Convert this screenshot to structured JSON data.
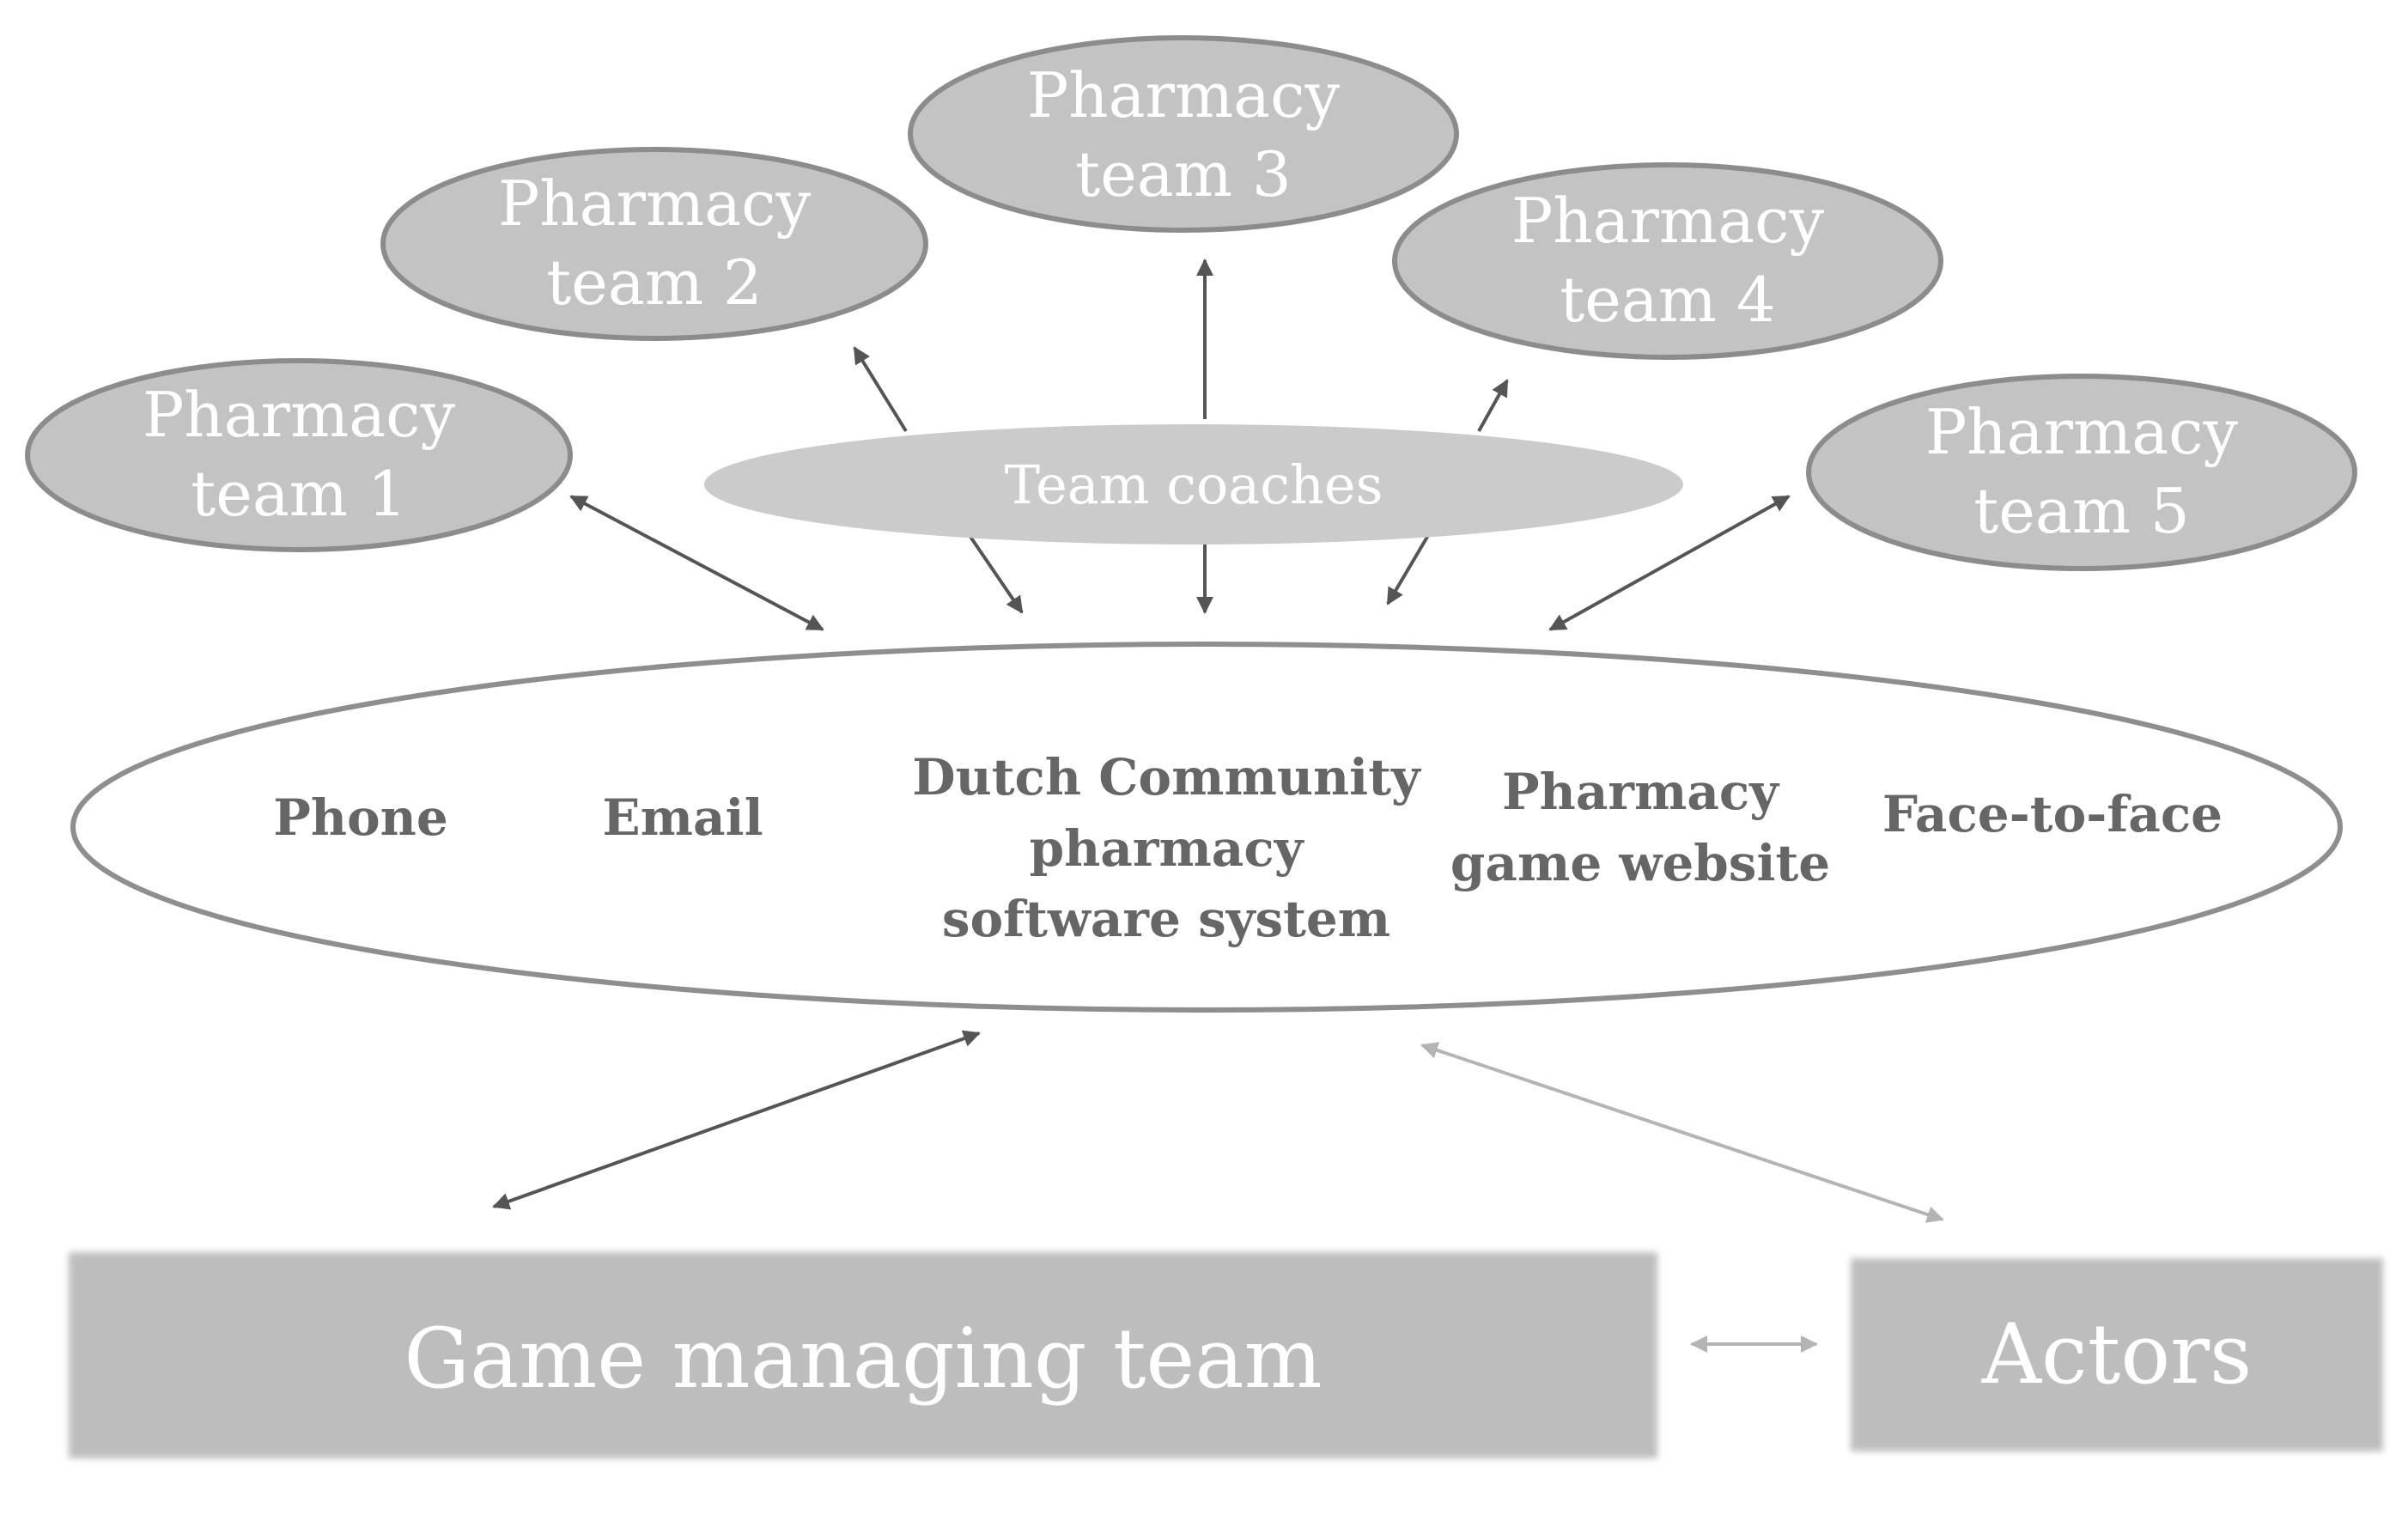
{
  "colors": {
    "team_fill": "#c3c3c3",
    "team_stroke": "#8c8c8c",
    "coach_fill": "#cbcbcb",
    "hub_fill": "#ffffff",
    "hub_stroke": "#8e8e8e",
    "box_fill": "#bdbdbd",
    "arrow_dark": "#555555",
    "arrow_light": "#b4b4b4",
    "label_white": "#ffffff",
    "label_gray": "#666666"
  },
  "teams": [
    {
      "line1": "Pharmacy",
      "line2": "team 1"
    },
    {
      "line1": "Pharmacy",
      "line2": "team 2"
    },
    {
      "line1": "Pharmacy",
      "line2": "team 3"
    },
    {
      "line1": "Pharmacy",
      "line2": "team 4"
    },
    {
      "line1": "Pharmacy",
      "line2": "team 5"
    }
  ],
  "coaches": {
    "label": "Team coaches"
  },
  "channels": {
    "phone": "Phone",
    "email": "Email",
    "software": {
      "line1": "Dutch Community",
      "line2": "pharmacy",
      "line3": "software system"
    },
    "website": {
      "line1": "Pharmacy",
      "line2": "game website"
    },
    "face": "Face-to-face"
  },
  "boxes": {
    "game_team": "Game managing team",
    "actors": "Actors"
  }
}
